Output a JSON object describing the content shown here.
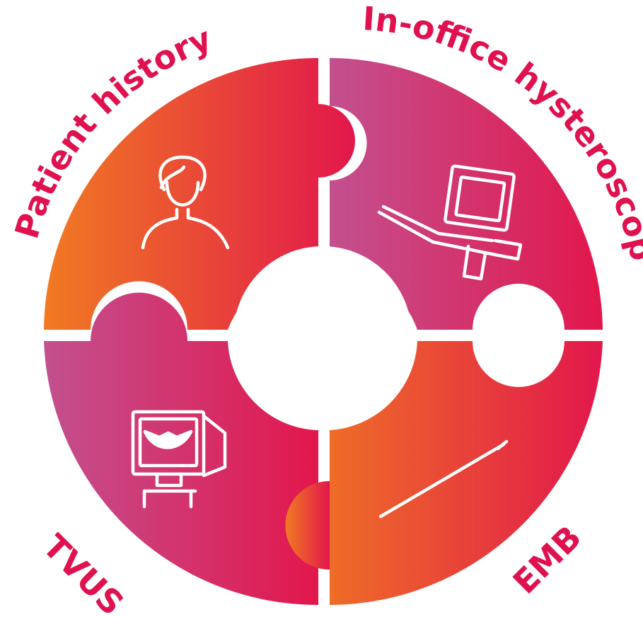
{
  "diagram": {
    "type": "puzzle-cycle",
    "segments": [
      {
        "id": "patient-history",
        "label": "Patient history",
        "icon": "person-icon"
      },
      {
        "id": "hysteroscopy",
        "label": "In-office hysteroscopy",
        "icon": "hysteroscope-icon"
      },
      {
        "id": "emb",
        "label": "EMB",
        "icon": "biopsy-pipelle-icon"
      },
      {
        "id": "tvus",
        "label": "TVUS",
        "icon": "ultrasound-monitor-icon"
      }
    ]
  },
  "colors": {
    "label": "#e0114f",
    "gradient_orange": "#f07a22",
    "gradient_red": "#e2174c",
    "gradient_purple": "#c3508f",
    "background": "#ffffff",
    "icon": "#ffffff"
  }
}
